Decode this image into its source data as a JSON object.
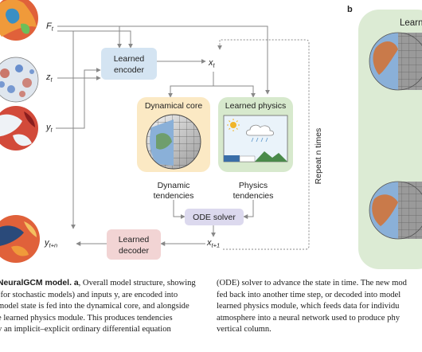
{
  "panel_b_letter": "b",
  "panel_b_title": "Learn",
  "inputs": {
    "forcing": {
      "base": "F",
      "sub": "t"
    },
    "noise": {
      "base": "z",
      "sub": "t"
    },
    "data": {
      "base": "y",
      "sub": "t"
    },
    "output": {
      "base": "y",
      "sub": "t+n"
    }
  },
  "state": {
    "current": {
      "base": "x",
      "sub": "t"
    },
    "next": {
      "base": "x",
      "sub": "t+1"
    }
  },
  "boxes": {
    "encoder": [
      "Learned",
      "encoder"
    ],
    "decoder": [
      "Learned",
      "decoder"
    ],
    "dynamical_core": "Dynamical core",
    "learned_physics": "Learned physics",
    "ode_solver": "ODE solver"
  },
  "tendencies": {
    "dynamic": [
      "Dynamic",
      "tendencies"
    ],
    "physics": [
      "Physics",
      "tendencies"
    ]
  },
  "repeat_label": "Repeat n times",
  "caption_left": {
    "bold": "NeuralGCM model. a",
    "lines": [
      ", Overall model structure, showing",
      "(for stochastic models) and inputs y, are encoded into",
      "model state is fed into the dynamical core, and alongside",
      "e learned physics module. This produces tendencies",
      "y an implicit–explicit ordinary differential equation"
    ]
  },
  "caption_right": {
    "lines": [
      "(ODE) solver to advance the state in time. The new mod",
      "fed back into another time step, or decoded into model",
      "learned physics module, which feeds data for individu",
      "atmosphere into a neural network used to produce phy",
      "vertical column."
    ]
  },
  "colors": {
    "encoder_box": "#d4e4f2",
    "decoder_box": "#f2d4d4",
    "dynamical_core_box": "#fbe9c4",
    "learned_physics_box": "#d7e9cd",
    "ode_box": "#dcd9ee",
    "panel_b_bg": "#dcebd4",
    "arrow": "#888888"
  }
}
